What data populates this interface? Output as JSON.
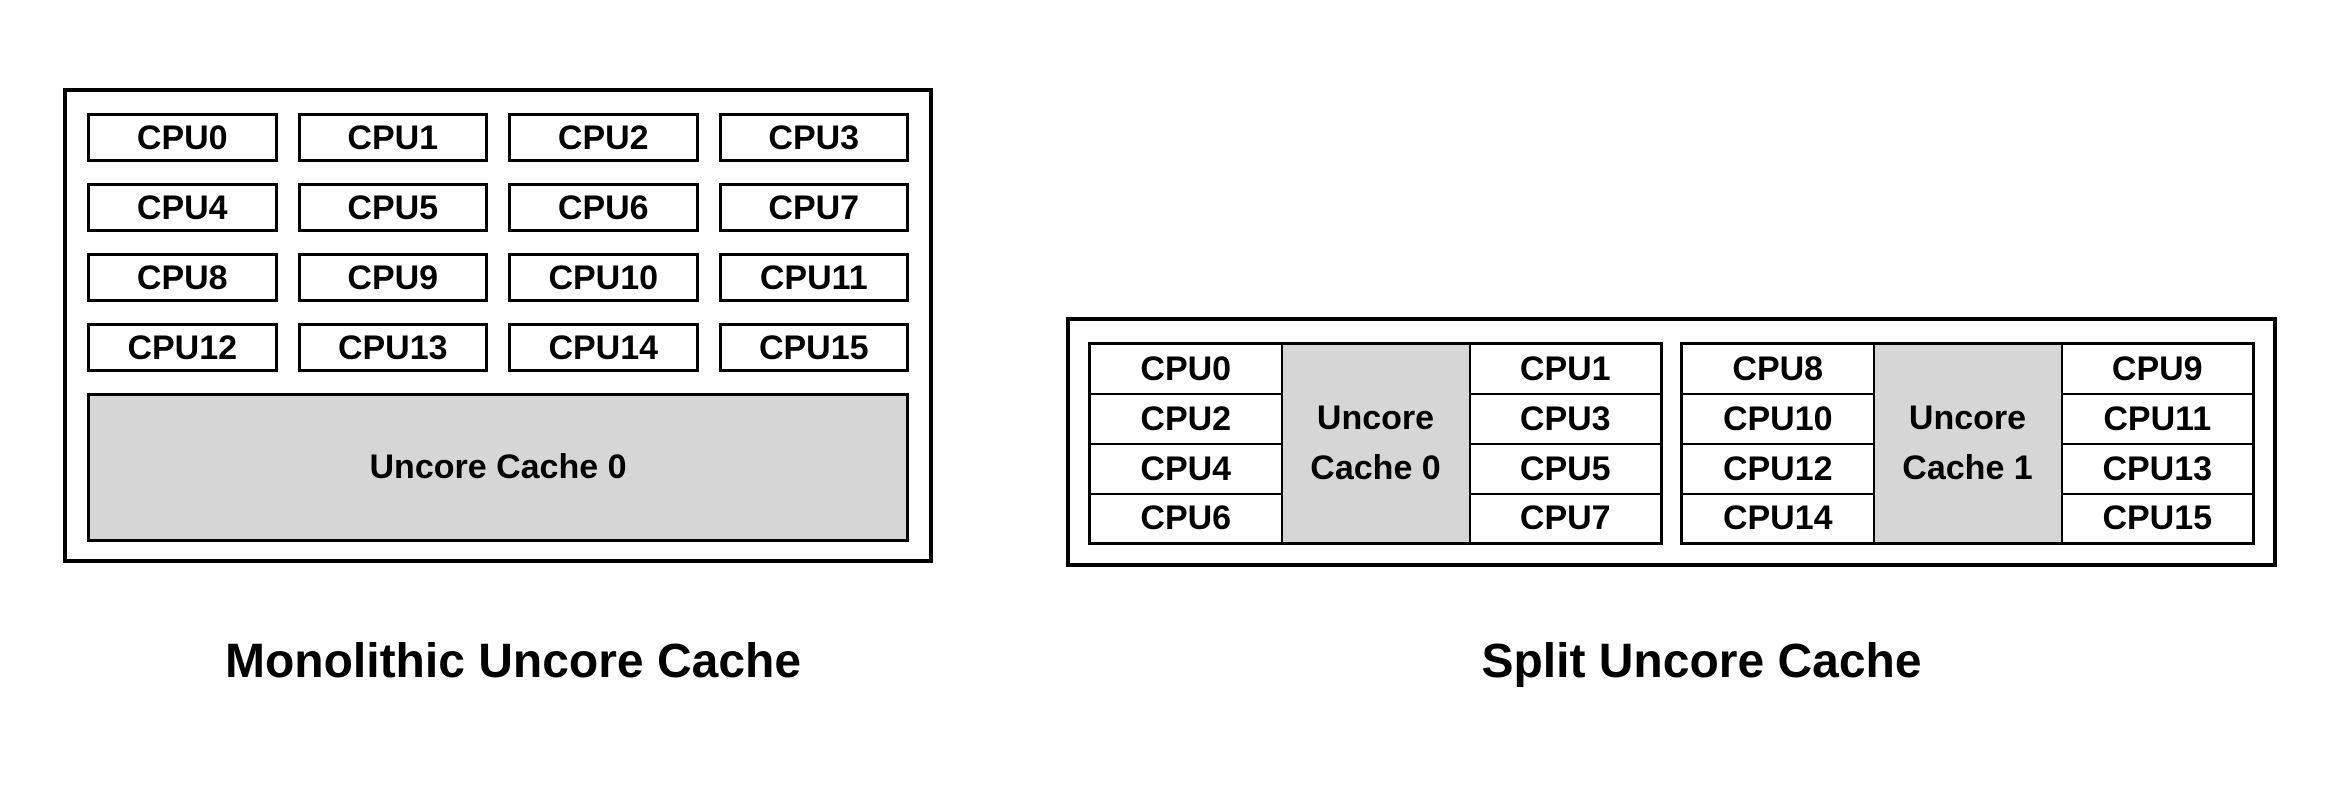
{
  "colors": {
    "page_bg": "#ffffff",
    "border": "#000000",
    "text": "#000000",
    "cache_fill": "#d6d6d6"
  },
  "monolithic": {
    "caption": "Monolithic Uncore Cache",
    "cache_label": "Uncore Cache 0",
    "cpus": [
      "CPU0",
      "CPU1",
      "CPU2",
      "CPU3",
      "CPU4",
      "CPU5",
      "CPU6",
      "CPU7",
      "CPU8",
      "CPU9",
      "CPU10",
      "CPU11",
      "CPU12",
      "CPU13",
      "CPU14",
      "CPU15"
    ]
  },
  "split": {
    "caption": "Split Uncore Cache",
    "clusters": [
      {
        "cache_label": "Uncore Cache 0",
        "left_cpus": [
          "CPU0",
          "CPU2",
          "CPU4",
          "CPU6"
        ],
        "right_cpus": [
          "CPU1",
          "CPU3",
          "CPU5",
          "CPU7"
        ]
      },
      {
        "cache_label": "Uncore Cache 1",
        "left_cpus": [
          "CPU8",
          "CPU10",
          "CPU12",
          "CPU14"
        ],
        "right_cpus": [
          "CPU9",
          "CPU11",
          "CPU13",
          "CPU15"
        ]
      }
    ]
  }
}
